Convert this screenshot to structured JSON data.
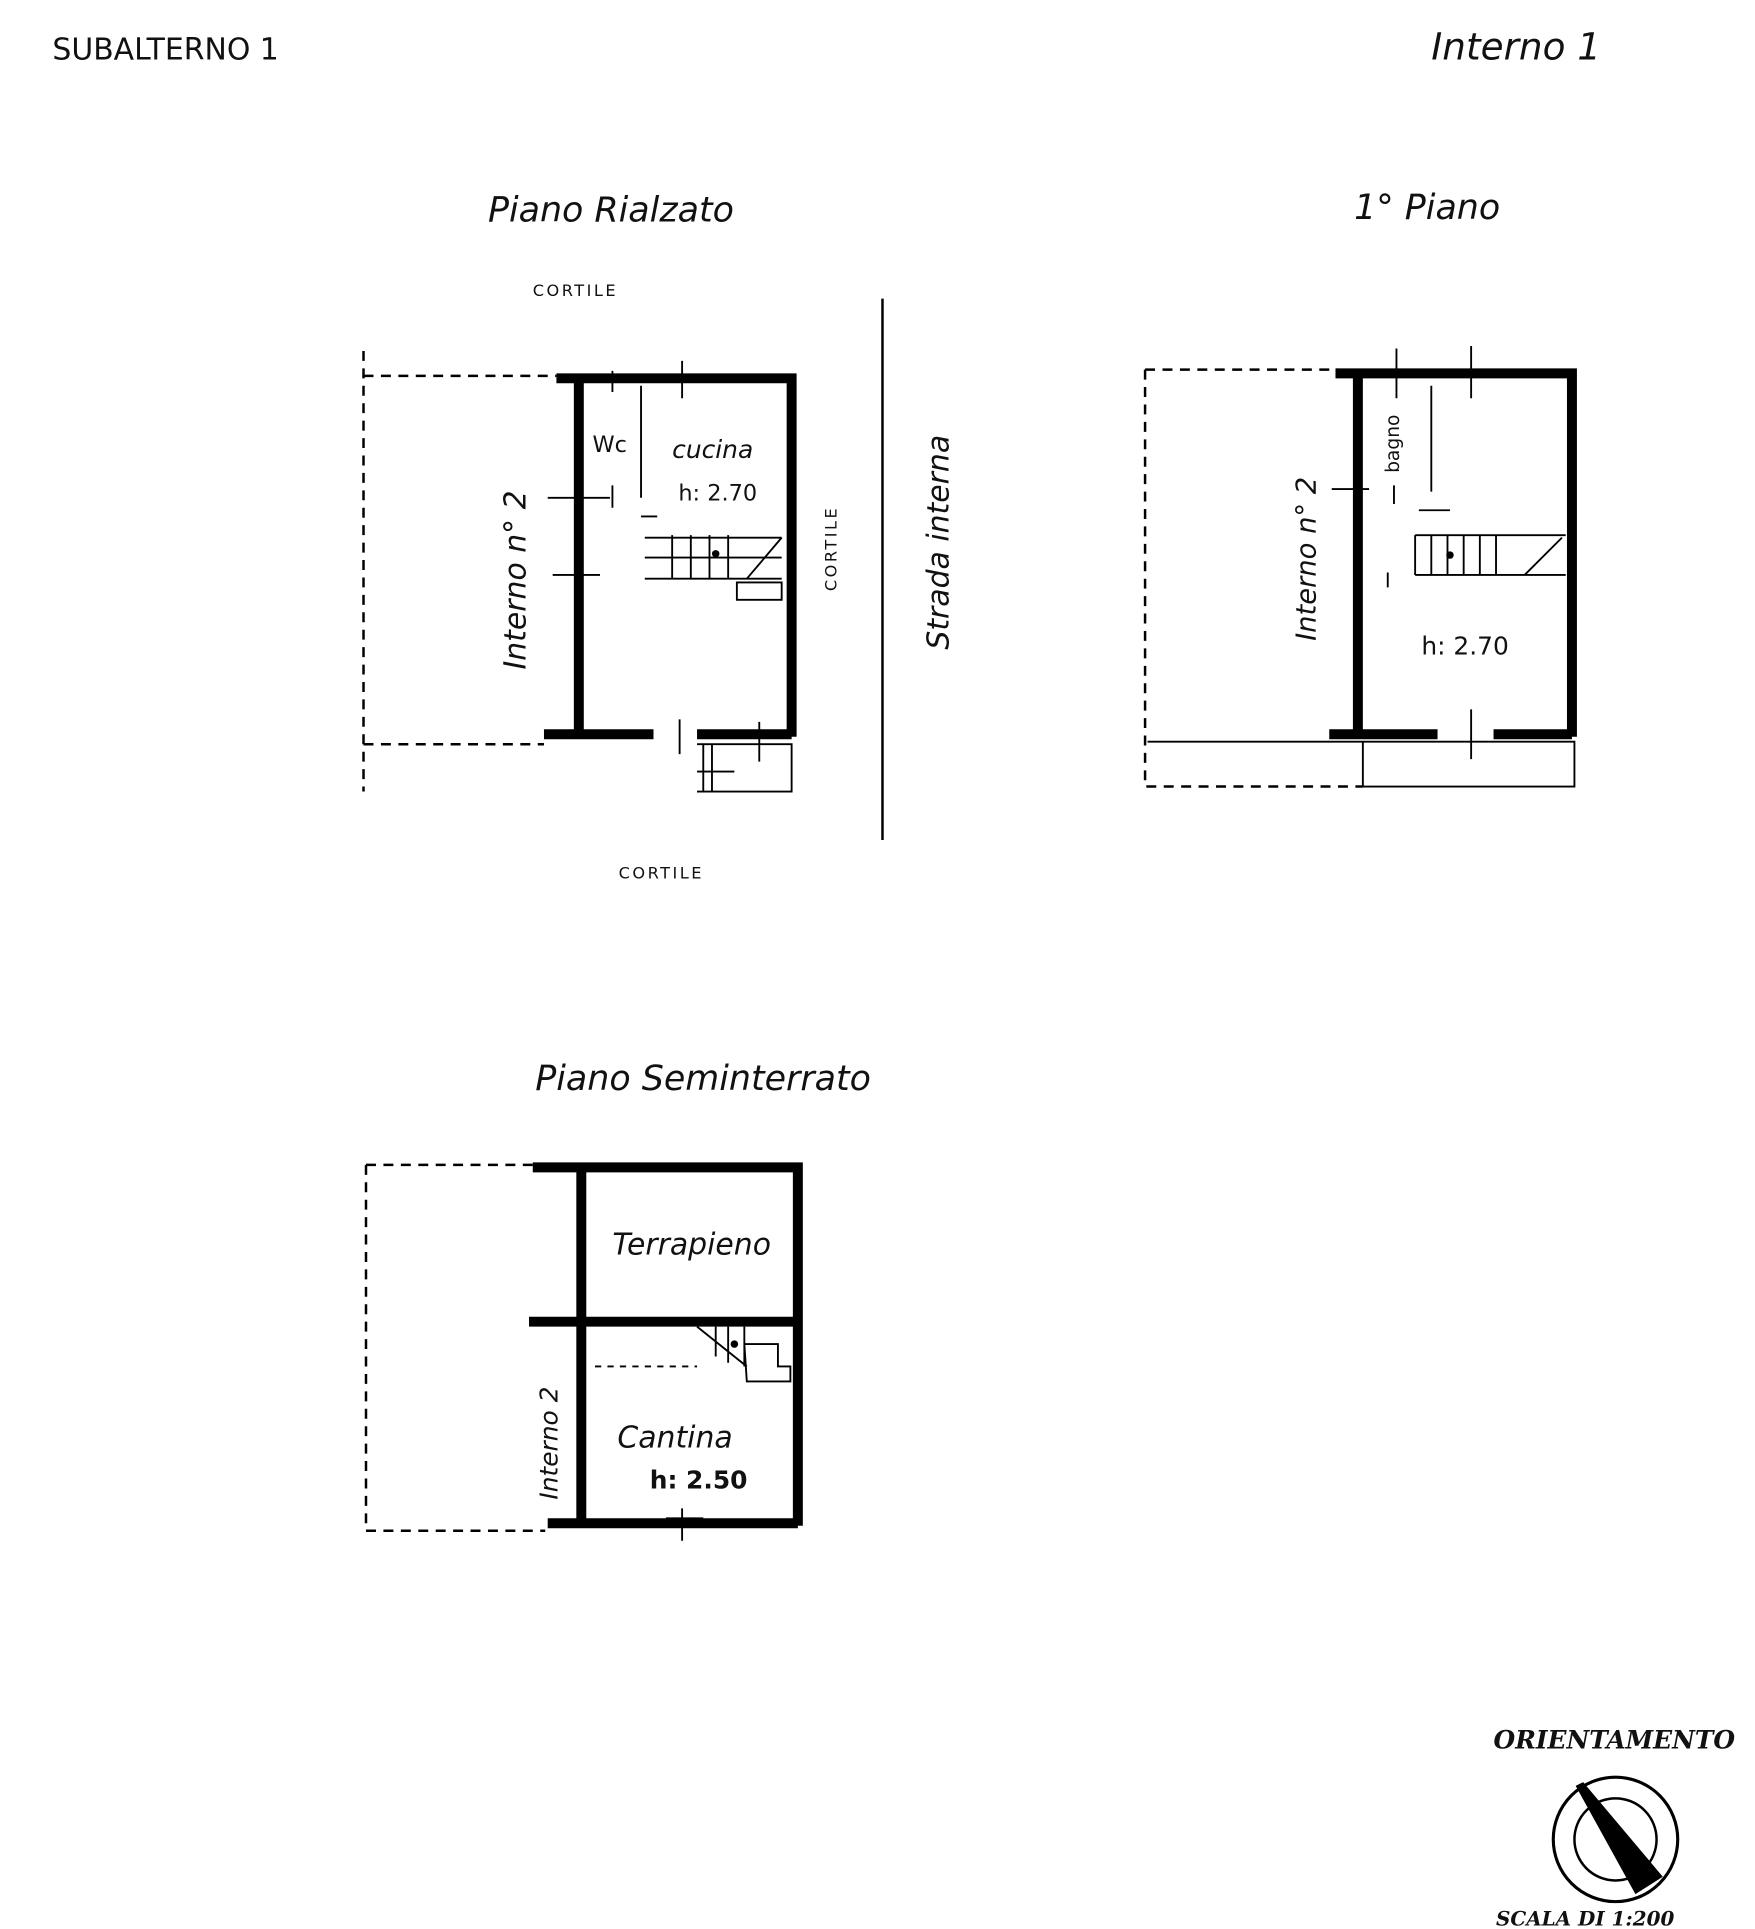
{
  "header": {
    "left": "SUBALTERNO 1",
    "right": "Interno 1"
  },
  "plans": {
    "rialzato": {
      "title": "Piano Rialzato",
      "cortile_top": "CORTILE",
      "cortile_right": "CORTILE",
      "cortile_bottom": "CORTILE",
      "strada": "Strada interna",
      "neighbor": "Interno n° 2",
      "wc": "Wc",
      "cucina": "cucina",
      "height": "h: 2.70"
    },
    "primo": {
      "title": "1° Piano",
      "neighbor": "Interno n° 2",
      "bagno": "bagno",
      "height": "h: 2.70"
    },
    "seminterrato": {
      "title": "Piano Seminterrato",
      "terrapieno": "Terrapieno",
      "cantina": "Cantina",
      "height": "h: 2.50",
      "neighbor": "Interno 2"
    }
  },
  "legend": {
    "orientation": "ORIENTAMENTO",
    "scale": "SCALA DI 1:200"
  }
}
